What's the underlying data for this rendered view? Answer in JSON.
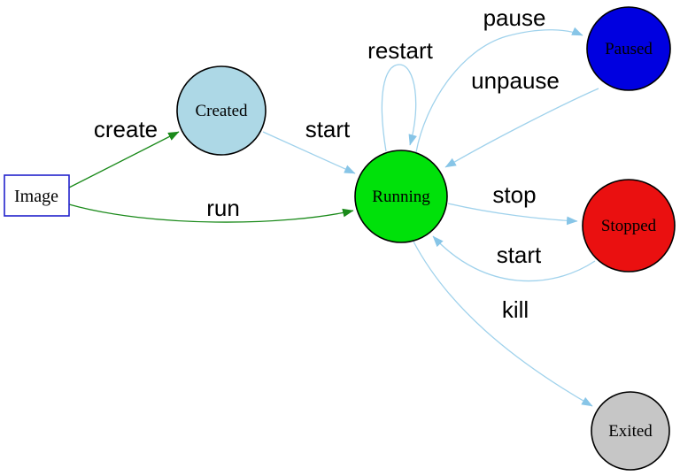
{
  "colors": {
    "background": "#ffffff",
    "edge_green": "#1a8a1a",
    "edge_blue": "#a0d2ec",
    "arrow_blue": "#87c5e7",
    "image_border": "#2222cc",
    "node_outline": "#000000",
    "label_text": "#000000"
  },
  "diagram": {
    "nodes": [
      {
        "id": "image",
        "label": "Image",
        "shape": "rectangle",
        "fill": "#ffffff"
      },
      {
        "id": "created",
        "label": "Created",
        "shape": "circle",
        "fill": "#add8e6"
      },
      {
        "id": "running",
        "label": "Running",
        "shape": "circle",
        "fill": "#00e10a"
      },
      {
        "id": "paused",
        "label": "Paused",
        "shape": "circle",
        "fill": "#0000e0"
      },
      {
        "id": "stopped",
        "label": "Stopped",
        "shape": "circle",
        "fill": "#ea1010"
      },
      {
        "id": "exited",
        "label": "Exited",
        "shape": "circle",
        "fill": "#c6c6c6"
      }
    ],
    "edges": [
      {
        "label": "create",
        "from": "image",
        "to": "created",
        "color": "green"
      },
      {
        "label": "run",
        "from": "image",
        "to": "running",
        "color": "green"
      },
      {
        "label": "start",
        "from": "created",
        "to": "running",
        "color": "blue"
      },
      {
        "label": "restart",
        "from": "running",
        "to": "running",
        "color": "blue"
      },
      {
        "label": "pause",
        "from": "running",
        "to": "paused",
        "color": "blue"
      },
      {
        "label": "unpause",
        "from": "paused",
        "to": "running",
        "color": "blue"
      },
      {
        "label": "stop",
        "from": "running",
        "to": "stopped",
        "color": "blue"
      },
      {
        "label": "start",
        "from": "stopped",
        "to": "running",
        "color": "blue"
      },
      {
        "label": "kill",
        "from": "running",
        "to": "exited",
        "color": "blue"
      }
    ]
  }
}
